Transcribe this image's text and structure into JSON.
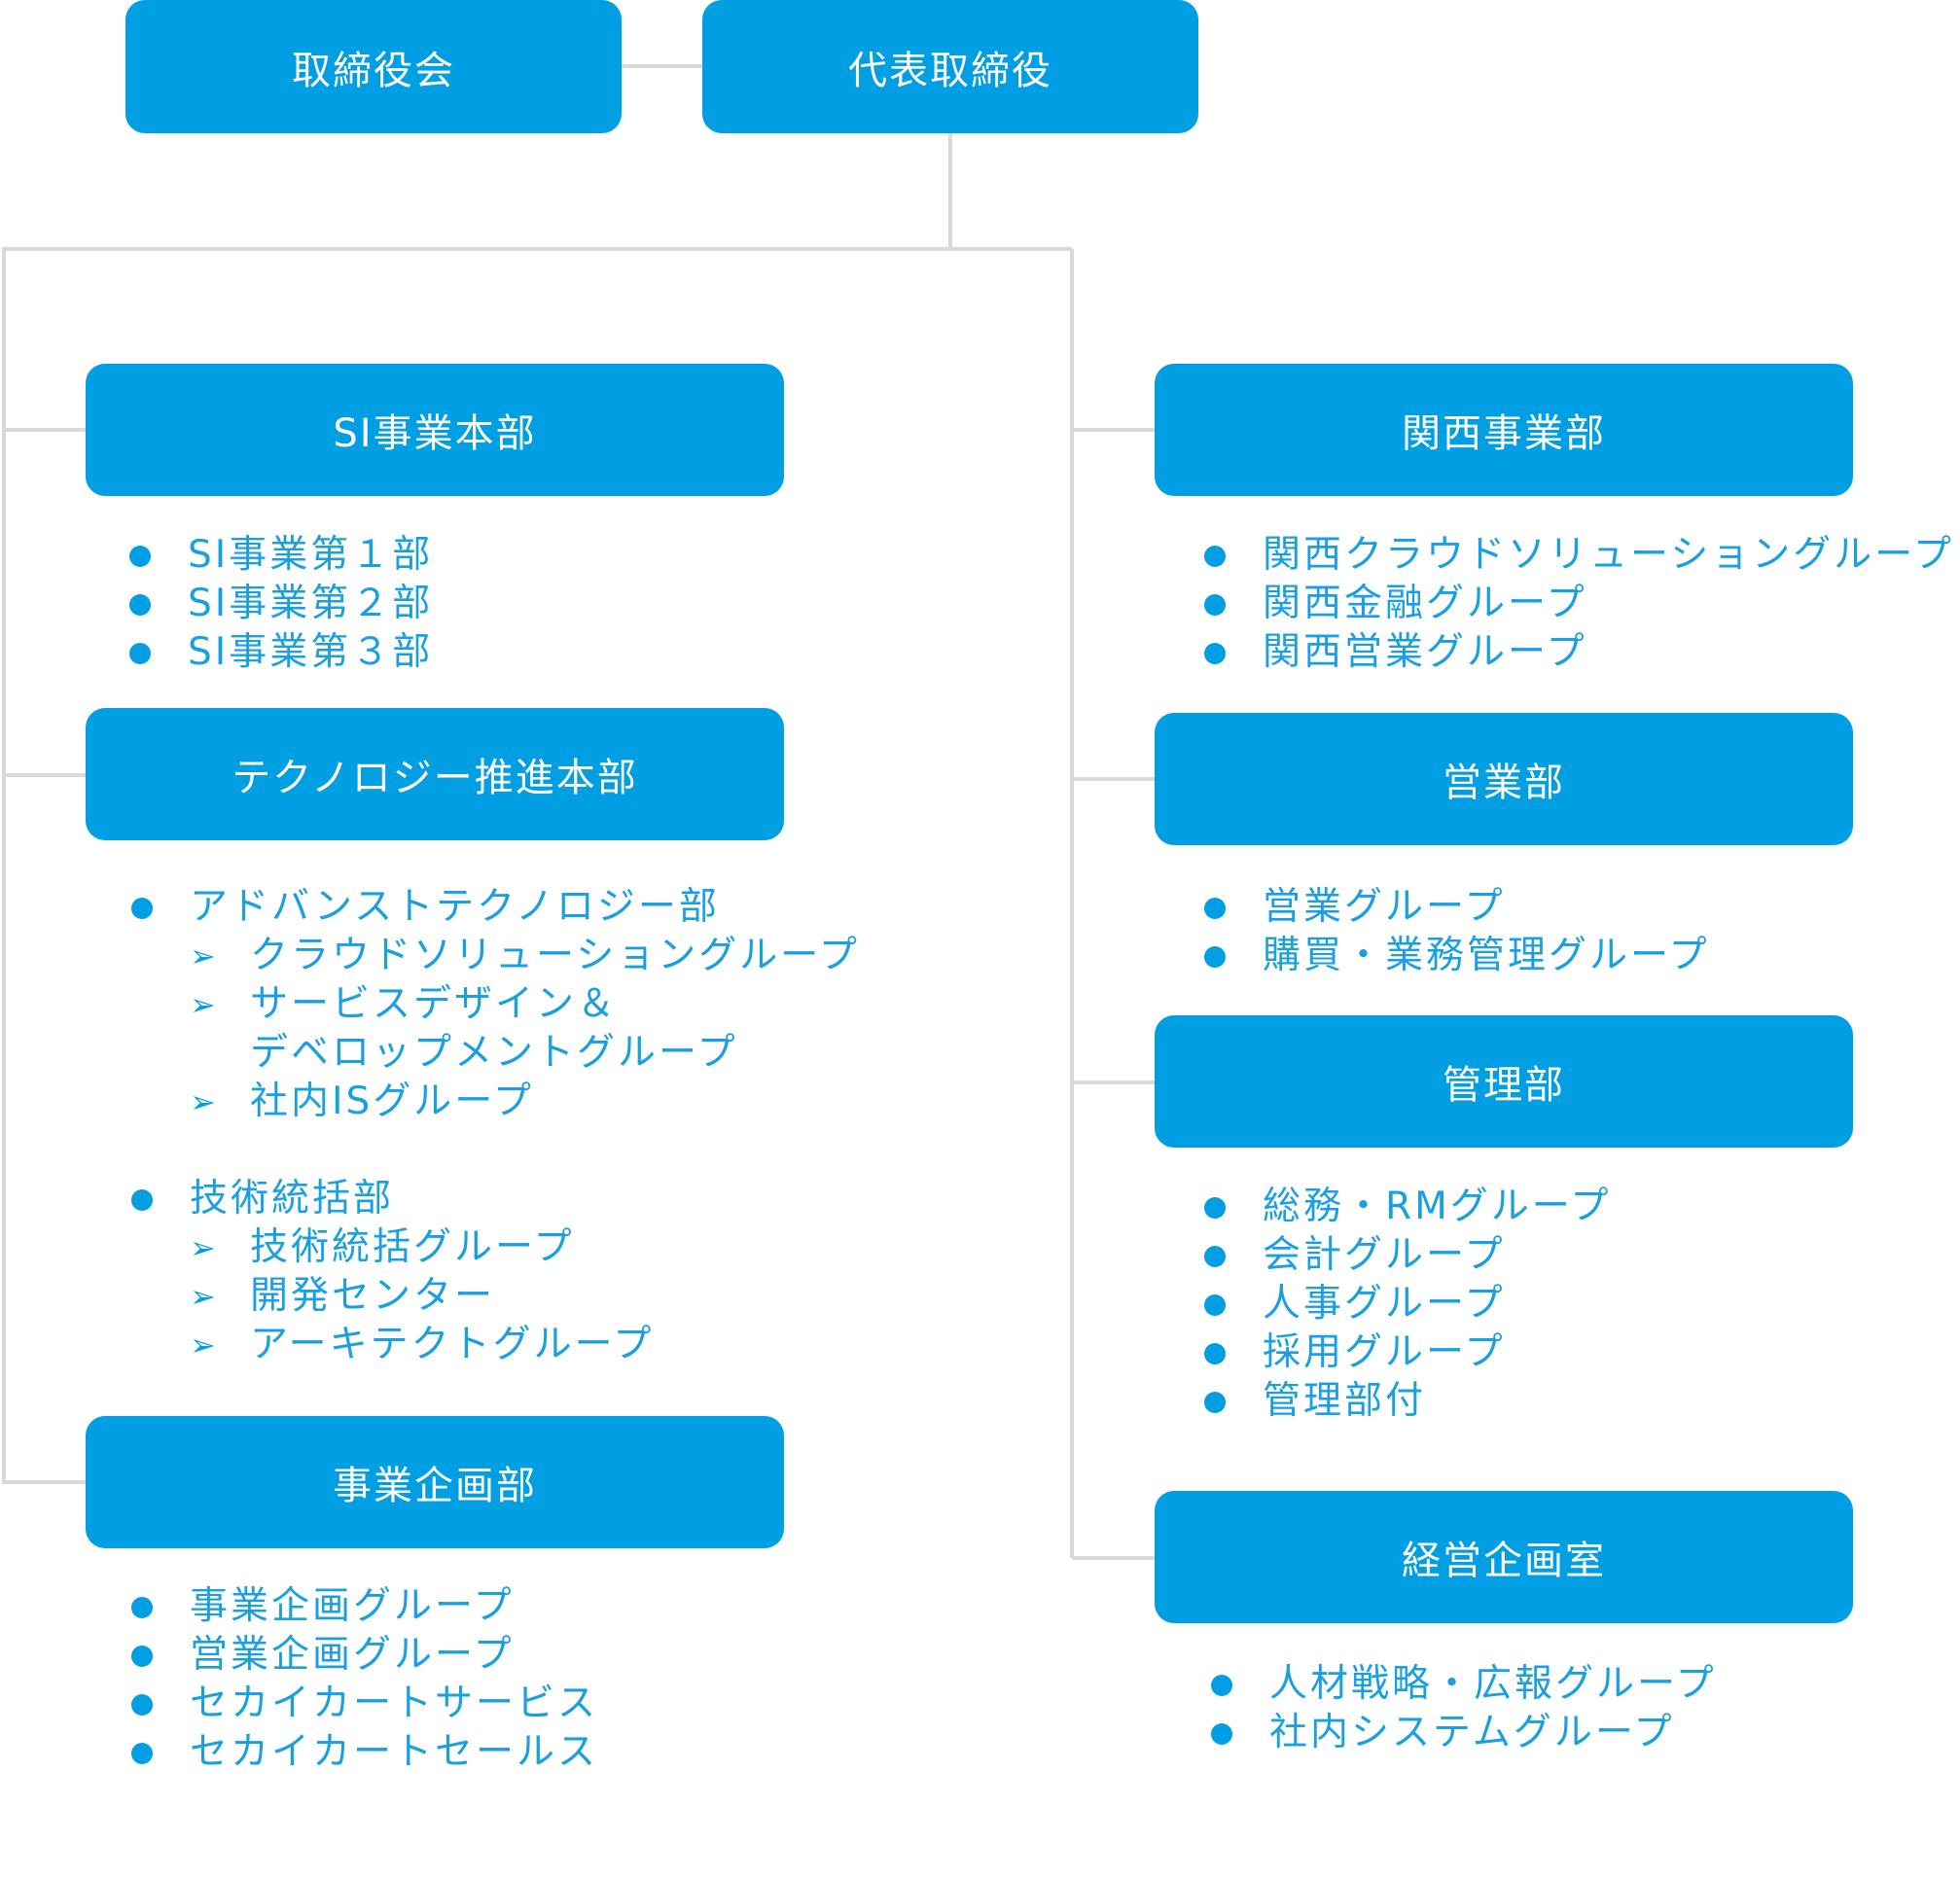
{
  "colors": {
    "box": "#009fe3",
    "text": "#1a9fe0",
    "line": "#d9d9d9"
  },
  "top": {
    "board": "取締役会",
    "president": "代表取締役"
  },
  "left": [
    {
      "title": "SI事業本部",
      "items": [
        {
          "label": "SI事業第１部"
        },
        {
          "label": "SI事業第２部"
        },
        {
          "label": "SI事業第３部"
        }
      ]
    },
    {
      "title": "テクノロジー推進本部",
      "items": [
        {
          "label": "アドバンストテクノロジー部",
          "sub": [
            {
              "label": "クラウドソリューショングループ"
            },
            {
              "label": "サービスデザイン＆",
              "label2": "デベロップメントグループ"
            },
            {
              "label": "社内ISグループ"
            }
          ]
        },
        {
          "label": "技術統括部",
          "sub": [
            {
              "label": "技術統括グループ"
            },
            {
              "label": "開発センター"
            },
            {
              "label": "アーキテクトグループ"
            }
          ]
        }
      ]
    },
    {
      "title": "事業企画部",
      "items": [
        {
          "label": "事業企画グループ"
        },
        {
          "label": "営業企画グループ"
        },
        {
          "label": "セカイカートサービス"
        },
        {
          "label": "セカイカートセールス"
        }
      ]
    }
  ],
  "right": [
    {
      "title": "関西事業部",
      "items": [
        {
          "label": "関西クラウドソリューショングループ"
        },
        {
          "label": "関西金融グループ"
        },
        {
          "label": "関西営業グループ"
        }
      ]
    },
    {
      "title": "営業部",
      "items": [
        {
          "label": "営業グループ"
        },
        {
          "label": "購買・業務管理グループ"
        }
      ]
    },
    {
      "title": "管理部",
      "items": [
        {
          "label": "総務・RMグループ"
        },
        {
          "label": "会計グループ"
        },
        {
          "label": "人事グループ"
        },
        {
          "label": "採用グループ"
        },
        {
          "label": "管理部付"
        }
      ]
    },
    {
      "title": "経営企画室",
      "items": [
        {
          "label": "人材戦略・広報グループ"
        },
        {
          "label": "社内システムグループ"
        }
      ]
    }
  ]
}
